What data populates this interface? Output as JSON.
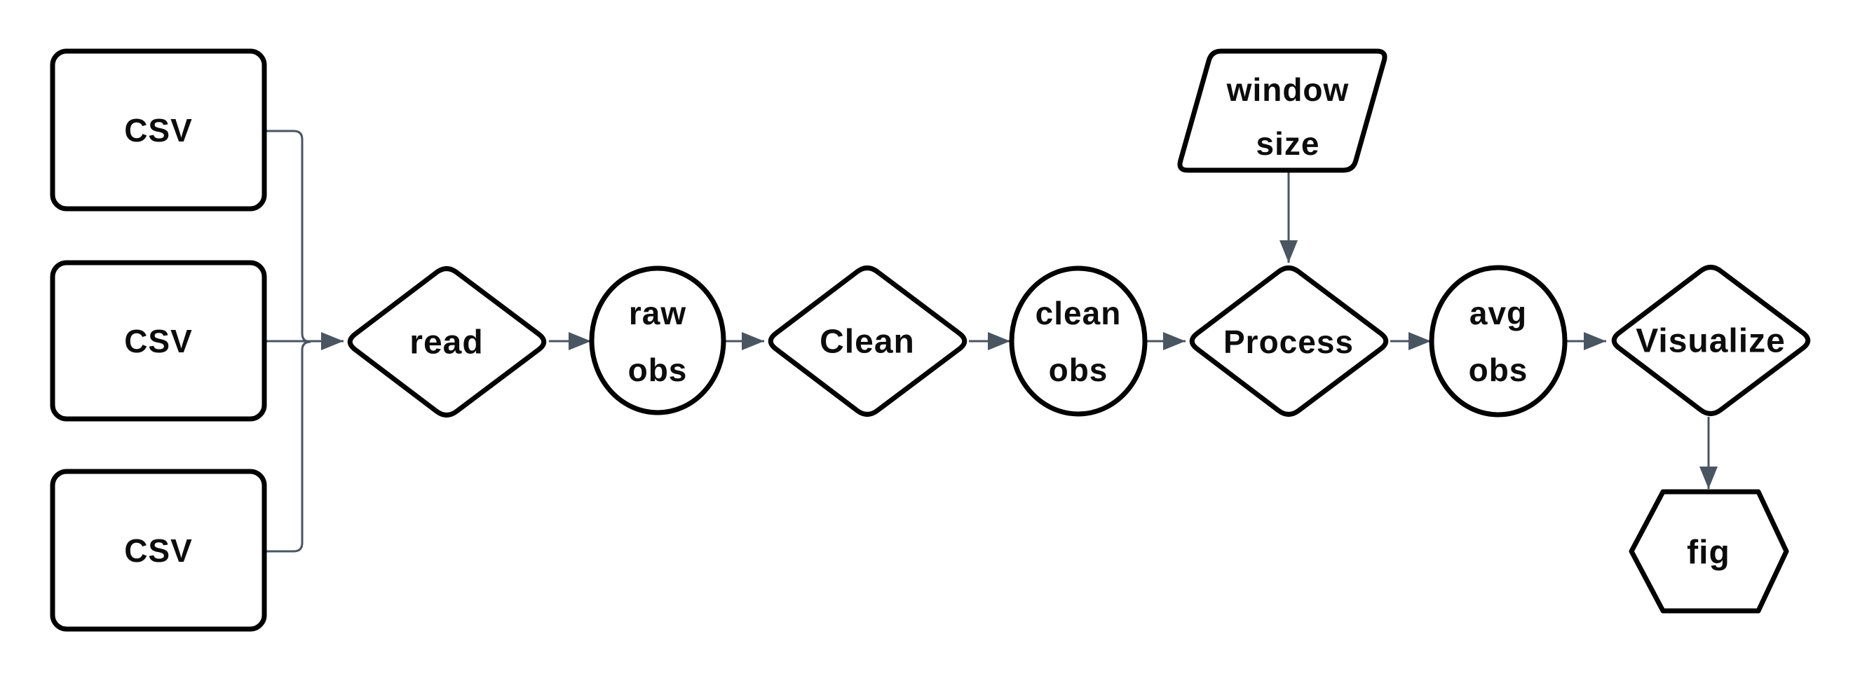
{
  "diagram": {
    "background_color": "#ffffff",
    "node_fill_color": "#ffffff",
    "node_border_color": "#000000",
    "connector_color": "#4a5562",
    "label_color": "#0c0c0c",
    "nodes": {
      "csv_1": {
        "label": "CSV",
        "shape": "rounded-rectangle"
      },
      "csv_2": {
        "label": "CSV",
        "shape": "rounded-rectangle"
      },
      "csv_3": {
        "label": "CSV",
        "shape": "rounded-rectangle"
      },
      "read": {
        "label": "read",
        "shape": "diamond"
      },
      "raw_obs": {
        "lines": [
          "raw",
          "obs"
        ],
        "shape": "ellipse"
      },
      "clean": {
        "label": "Clean",
        "shape": "diamond"
      },
      "clean_obs": {
        "lines": [
          "clean",
          "obs"
        ],
        "shape": "ellipse"
      },
      "process": {
        "label": "Process",
        "shape": "diamond"
      },
      "window_size": {
        "lines": [
          "window",
          "size"
        ],
        "shape": "parallelogram"
      },
      "avg_obs": {
        "lines": [
          "avg",
          "obs"
        ],
        "shape": "ellipse"
      },
      "visualize": {
        "label": "Visualize",
        "shape": "diamond"
      },
      "fig": {
        "label": "fig",
        "shape": "hexagon"
      }
    },
    "edges": [
      {
        "from": "csv_1",
        "to": "read"
      },
      {
        "from": "csv_2",
        "to": "read"
      },
      {
        "from": "csv_3",
        "to": "read"
      },
      {
        "from": "read",
        "to": "raw_obs"
      },
      {
        "from": "raw_obs",
        "to": "clean"
      },
      {
        "from": "clean",
        "to": "clean_obs"
      },
      {
        "from": "clean_obs",
        "to": "process"
      },
      {
        "from": "window_size",
        "to": "process"
      },
      {
        "from": "process",
        "to": "avg_obs"
      },
      {
        "from": "avg_obs",
        "to": "visualize"
      },
      {
        "from": "visualize",
        "to": "fig"
      }
    ]
  }
}
